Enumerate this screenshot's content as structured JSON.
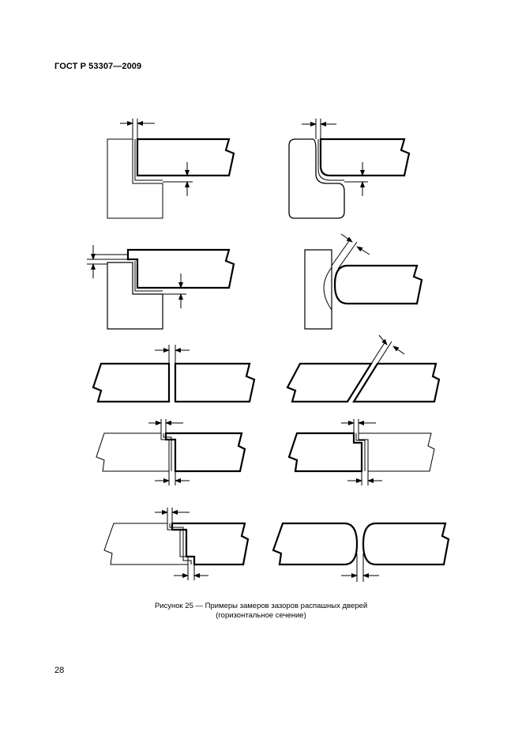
{
  "header": {
    "standard": "ГОСТ Р 53307—2009"
  },
  "figure": {
    "caption_line1": "Рисунок 25 — Примеры замеров зазоров распашных дверей",
    "caption_line2": "(горизонтальное сечение)",
    "diagrams": [
      "overlap-corner-square",
      "overlap-corner-rounded",
      "rebated-corner",
      "rounded-edge-butt",
      "straight-butt-joint",
      "beveled-butt-joint",
      "single-step-joint",
      "single-step-joint-variant",
      "double-step-joint",
      "rounded-butt-joint"
    ]
  },
  "footer": {
    "page_number": "28"
  }
}
